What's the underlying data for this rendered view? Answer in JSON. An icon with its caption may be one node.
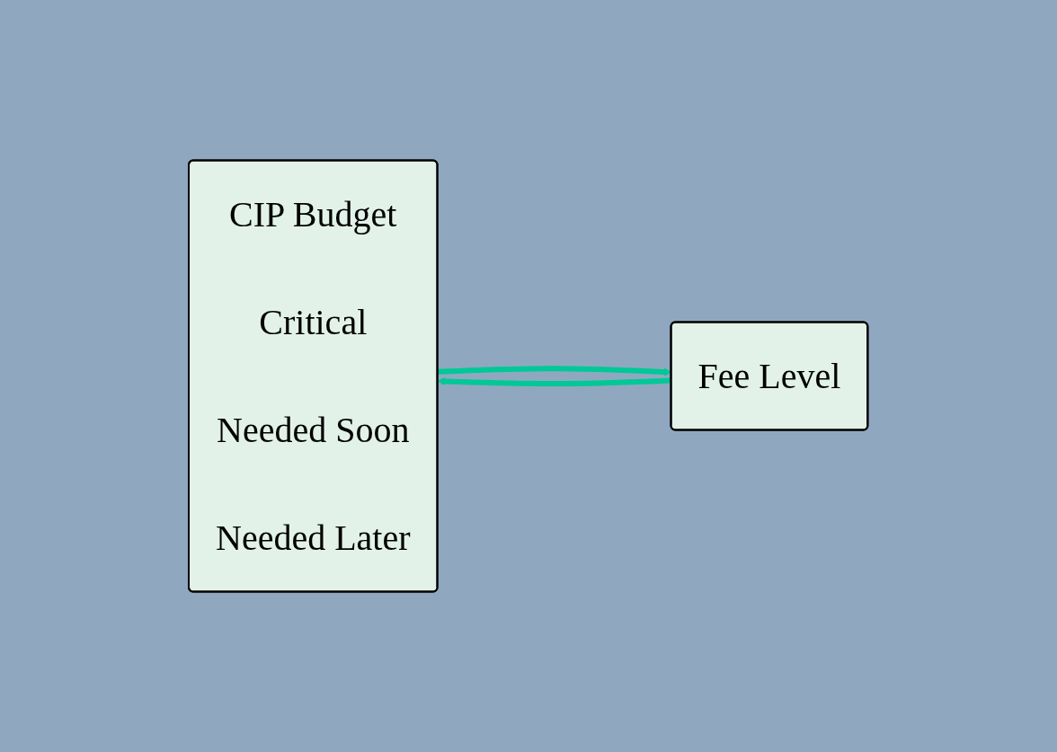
{
  "diagram": {
    "nodes": [
      {
        "text": [
          "CIP Budget",
          "Critical",
          "Needed Soon",
          "Needed Later"
        ]
      },
      {
        "text": [
          "Fee Level"
        ]
      }
    ],
    "edges": [
      {
        "from": 0,
        "to": 1,
        "arrow": "to"
      },
      {
        "from": 1,
        "to": 0,
        "arrow": "to"
      }
    ]
  }
}
